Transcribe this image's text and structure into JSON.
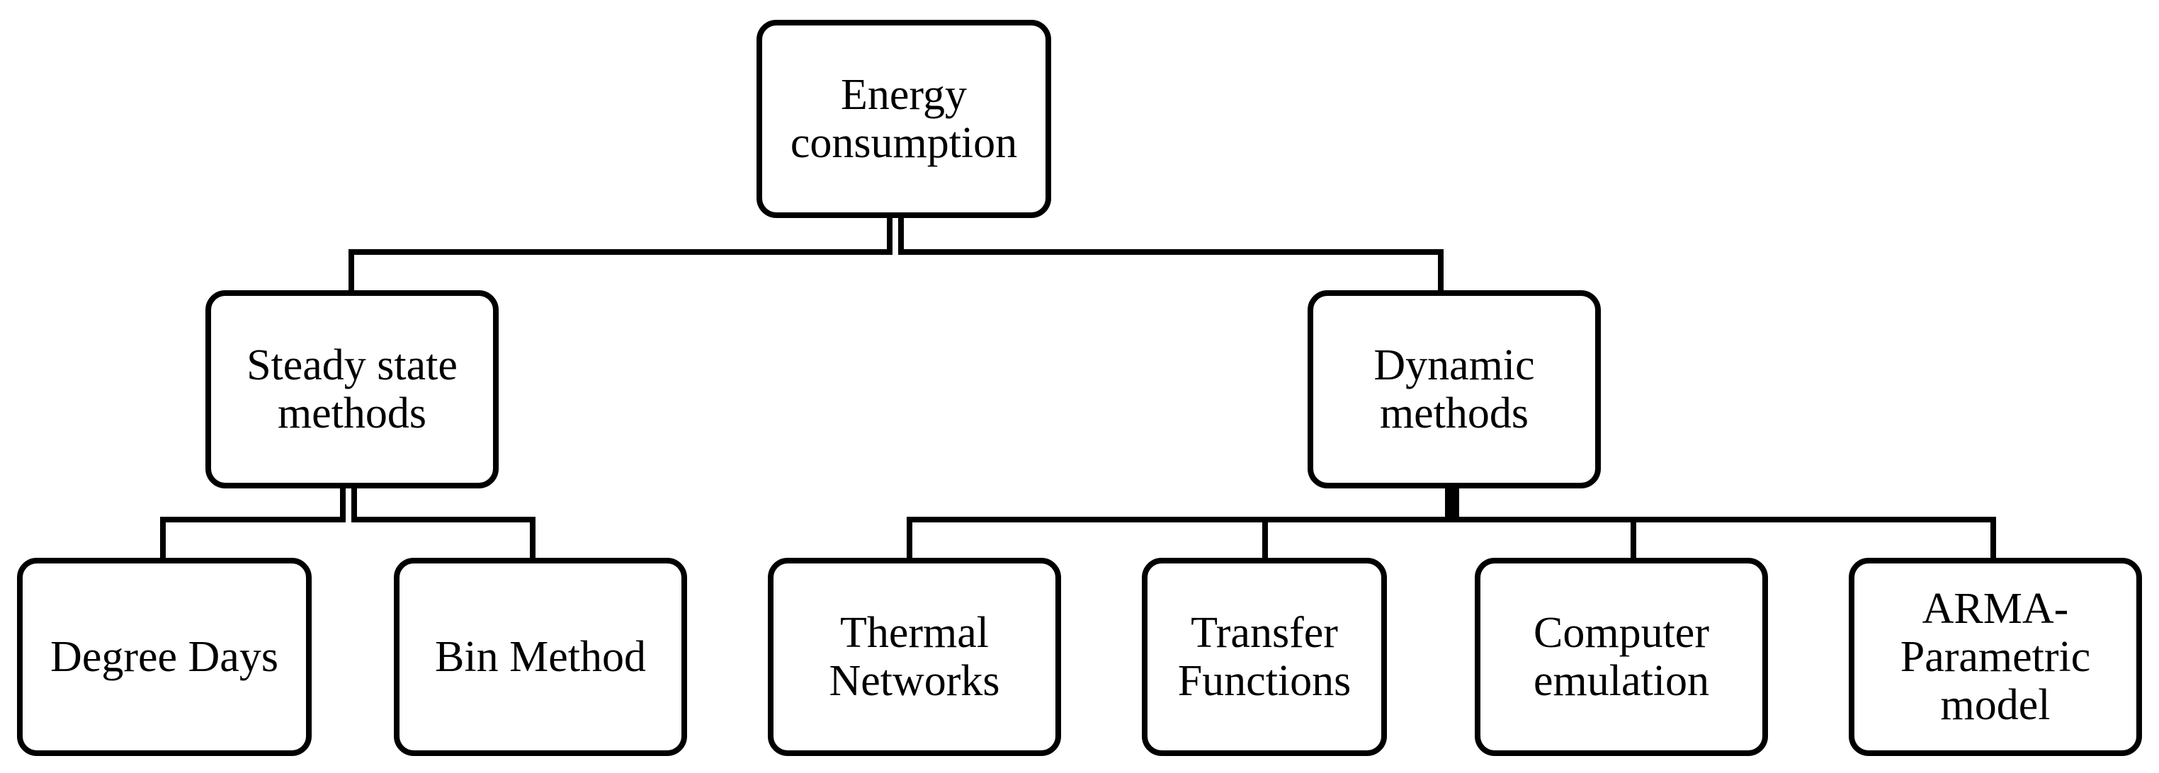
{
  "diagram": {
    "root": {
      "label": "Energy\nconsumption"
    },
    "branches": [
      {
        "label": "Steady state\nmethods",
        "children": [
          {
            "label": "Degree Days"
          },
          {
            "label": "Bin Method"
          }
        ]
      },
      {
        "label": "Dynamic\nmethods",
        "children": [
          {
            "label": "Thermal\nNetworks"
          },
          {
            "label": "Transfer\nFunctions"
          },
          {
            "label": "Computer\nemulation"
          },
          {
            "label": "ARMA-\nParametric\nmodel"
          }
        ]
      }
    ]
  }
}
